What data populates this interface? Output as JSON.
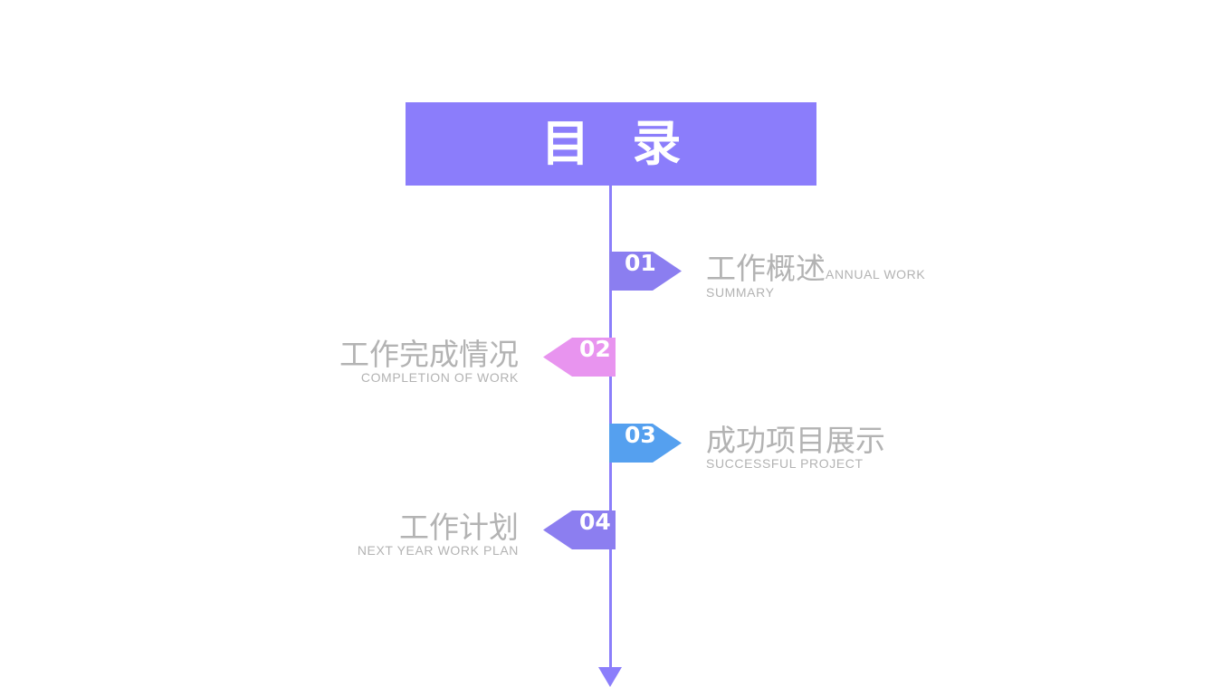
{
  "slide": {
    "background": "#ffffff",
    "title": {
      "text": "目 录",
      "color": "#ffffff",
      "banner_color": "#8b7dfb"
    },
    "spine": {
      "color": "#8b7efb",
      "arrow_icon": "down-arrow-icon"
    }
  },
  "entries": [
    {
      "number": "01",
      "cn": "工作概述",
      "en": "ANNUAL  WORK  SUMMARY",
      "color": "#8b7ef0",
      "side": "right",
      "text_color": "#b3b3b3"
    },
    {
      "number": "02",
      "cn": "工作完成情况",
      "en": "COMPLETION OF WORK",
      "color": "#e894ef",
      "side": "left",
      "text_color": "#b3b3b3"
    },
    {
      "number": "03",
      "cn": "成功项目展示",
      "en": "SUCCESSFUL PROJECT",
      "color": "#55a0ef",
      "side": "right",
      "text_color": "#b3b3b3"
    },
    {
      "number": "04",
      "cn": "工作计划",
      "en": "NEXT YEAR WORK PLAN",
      "color": "#8c7ef0",
      "side": "left",
      "text_color": "#b3b3b3"
    }
  ]
}
